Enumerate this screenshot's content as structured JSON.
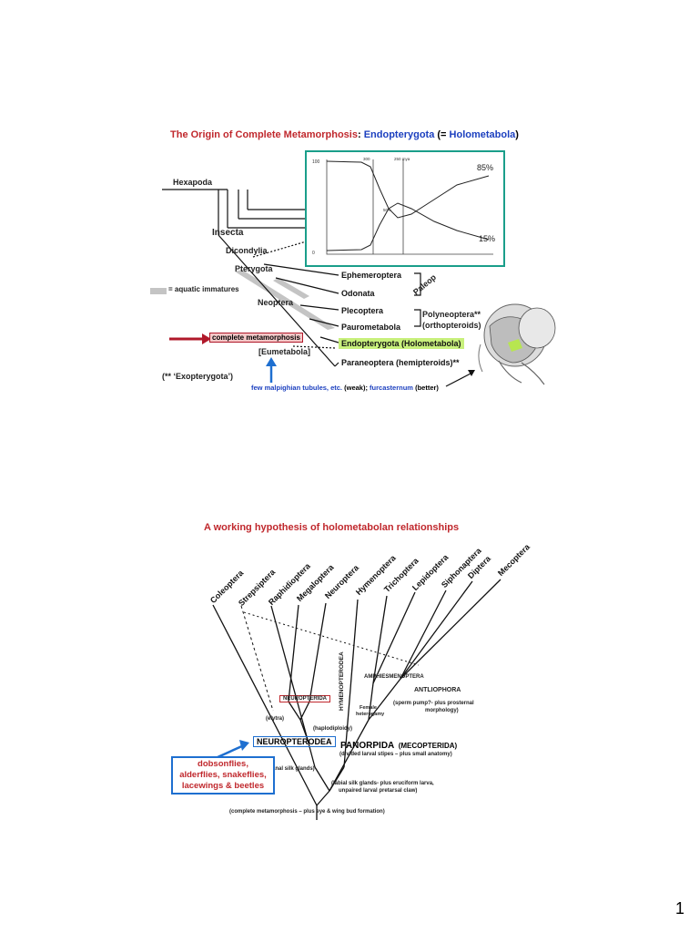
{
  "slide1": {
    "title_parts": [
      {
        "text": "The Origin of Complete Metamorphosis",
        "color": "#c0282d"
      },
      {
        "text": ": ",
        "color": "#222222"
      },
      {
        "text": "Endopterygota",
        "color": "#1b3fbf"
      },
      {
        "text": " (= ",
        "color": "#222222"
      },
      {
        "text": "Holometabola",
        "color": "#1b3fbf"
      },
      {
        "text": ")",
        "color": "#222222"
      }
    ],
    "clades": {
      "hexapoda": "Hexapoda",
      "insecta": "Insecta",
      "dicondylia": "Dicondylia",
      "pterygota": "Pterygota",
      "neoptera": "Neoptera",
      "eumetabola": "[Eumetabola]"
    },
    "orders": {
      "ephemeroptera": "Ephemeroptera",
      "odonata": "Odonata",
      "plecoptera": "Plecoptera",
      "paurometabola": "Paurometabola",
      "endopterygota": "Endopterygota (Holometabola)",
      "paraneoptera": "Paraneoptera (hemipteroids)**"
    },
    "paleop": "Paleop",
    "polyneoptera": "Polyneoptera**",
    "orthopteroids": "(orthopteroids)",
    "legend_aquatic": "= aquatic immatures",
    "complete_meta": "complete metamorphosis",
    "exopterygota_note": "(** ‘Exopterygota’)",
    "evidence_parts": [
      {
        "text": "few malpighian tubules, etc.",
        "color": "#1b3fbf"
      },
      {
        "text": " (weak); ",
        "color": "#222222"
      },
      {
        "text": "furcasternum",
        "color": "#1b3fbf"
      },
      {
        "text": " (better)",
        "color": "#222222"
      }
    ],
    "inset_chart": {
      "pct_top": "85%",
      "pct_bottom": "15%",
      "mya_300": "300",
      "mya_250": "250 mya",
      "mid_pct": "50%",
      "top_label": "100",
      "bottom_label": "0"
    },
    "colors": {
      "inset_border": "#1a9e8a",
      "highlight_green": "#c8f07c",
      "highlight_pink": "#f4c8c8",
      "arrow_red": "#b0182a",
      "arrow_blue": "#1e6fd0"
    }
  },
  "slide2": {
    "title": "A working hypothesis of holometabolan relationships",
    "orders": [
      "Coleoptera",
      "Strepsiptera",
      "Raphidioptera",
      "Megaloptera",
      "Neuroptera",
      "Hymenoptera",
      "Trichoptera",
      "Lepidoptera",
      "Siphonaptera",
      "Diptera",
      "Mecoptera"
    ],
    "hymenopterodea": "HYMENOPTERODEA",
    "amphiesmenoptera": "AMPHIESMENOPTERA",
    "antliophora": "ANTLIOPHORA",
    "sperm_pump": "(sperm pump?- plus prosternal",
    "morphology": "morphology)",
    "female": "Female",
    "heterogamy": "heterogamy",
    "neuropterida": "NEUROPTERIDA",
    "elytra": "(elytra)",
    "haplodiploidy": "(haplodiploidy)",
    "neuropterodea": "NEUROPTERODEA",
    "panorpida": "PANORPIDA",
    "mecopterida": "(MECOPTERIDA)",
    "divided_stipes": "(divided larval stipes – plus small anatomy)",
    "anal_silk": "(anal silk glands)",
    "labial_silk": "(labial silk glands- plus eruciform larva,",
    "unpaired_claw": "unpaired larval pretarsal claw)",
    "complete_meta": "(complete metamorphosis – plus eye & wing bud formation)",
    "dobson_box": [
      "dobsonflies,",
      "alderflies, snakeflies,",
      "lacewings & beetles"
    ]
  },
  "page_number": "1"
}
